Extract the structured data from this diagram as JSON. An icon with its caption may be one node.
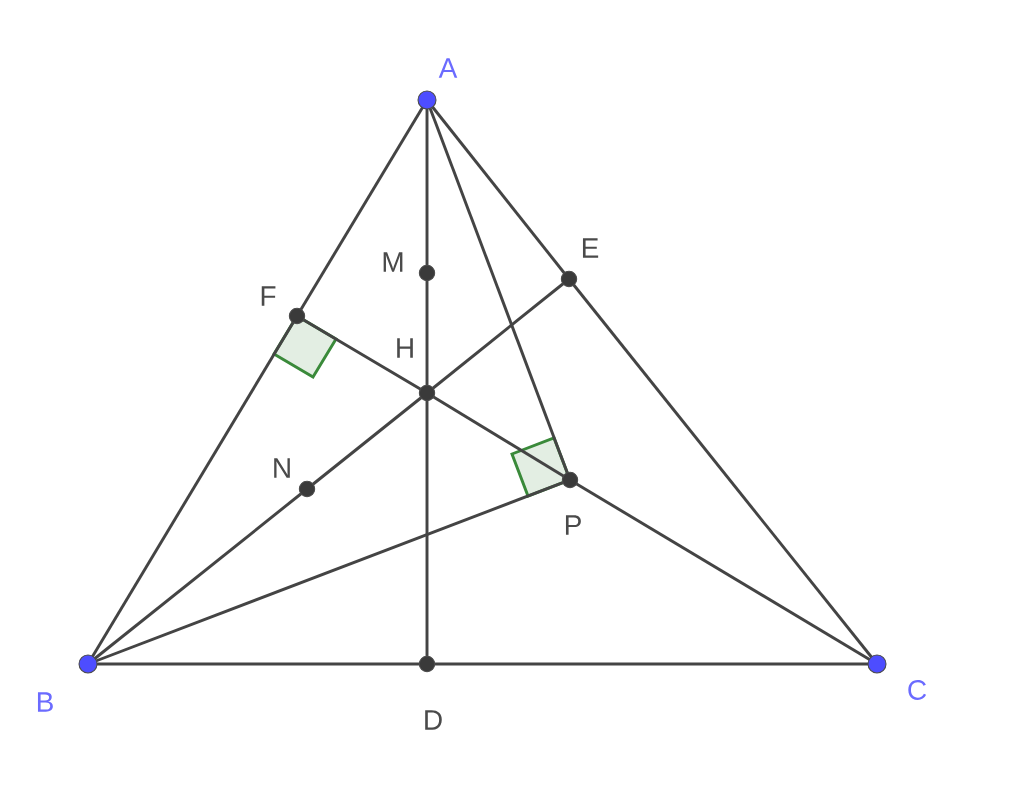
{
  "diagram": {
    "nodes": [
      {
        "text": [],
        "shape": "circle",
        "beside": [
          "A"
        ]
      },
      {
        "text": [],
        "shape": "circle",
        "beside": [
          "B"
        ]
      },
      {
        "text": [],
        "shape": "circle",
        "beside": [
          "C"
        ]
      },
      {
        "text": [],
        "shape": "circle",
        "beside": [
          "D"
        ]
      },
      {
        "text": [],
        "shape": "circle",
        "beside": [
          "E"
        ]
      },
      {
        "text": [],
        "shape": "circle",
        "beside": [
          "F"
        ]
      },
      {
        "text": [],
        "shape": "circle",
        "beside": [
          "H"
        ]
      },
      {
        "text": [],
        "shape": "circle",
        "beside": [
          "M"
        ]
      },
      {
        "text": [],
        "shape": "circle",
        "beside": [
          "N"
        ]
      },
      {
        "text": [],
        "shape": "circle",
        "beside": [
          "P"
        ]
      }
    ],
    "edges": [
      {
        "from": 0,
        "to": 5,
        "arrow": "none"
      },
      {
        "from": 5,
        "to": 1,
        "arrow": "none"
      },
      {
        "from": 0,
        "to": 4,
        "arrow": "none"
      },
      {
        "from": 4,
        "to": 2,
        "arrow": "none"
      },
      {
        "from": 1,
        "to": 3,
        "arrow": "none"
      },
      {
        "from": 3,
        "to": 2,
        "arrow": "none"
      },
      {
        "from": 0,
        "to": 7,
        "arrow": "none"
      },
      {
        "from": 7,
        "to": 6,
        "arrow": "none"
      },
      {
        "from": 6,
        "to": 3,
        "arrow": "none"
      },
      {
        "from": 1,
        "to": 8,
        "arrow": "none"
      },
      {
        "from": 8,
        "to": 6,
        "arrow": "none"
      },
      {
        "from": 6,
        "to": 4,
        "arrow": "none"
      },
      {
        "from": 5,
        "to": 6,
        "arrow": "none"
      },
      {
        "from": 6,
        "to": 9,
        "arrow": "none"
      },
      {
        "from": 9,
        "to": 2,
        "arrow": "none"
      },
      {
        "from": 0,
        "to": 9,
        "arrow": "none"
      },
      {
        "from": 1,
        "to": 9,
        "arrow": "none"
      }
    ]
  }
}
